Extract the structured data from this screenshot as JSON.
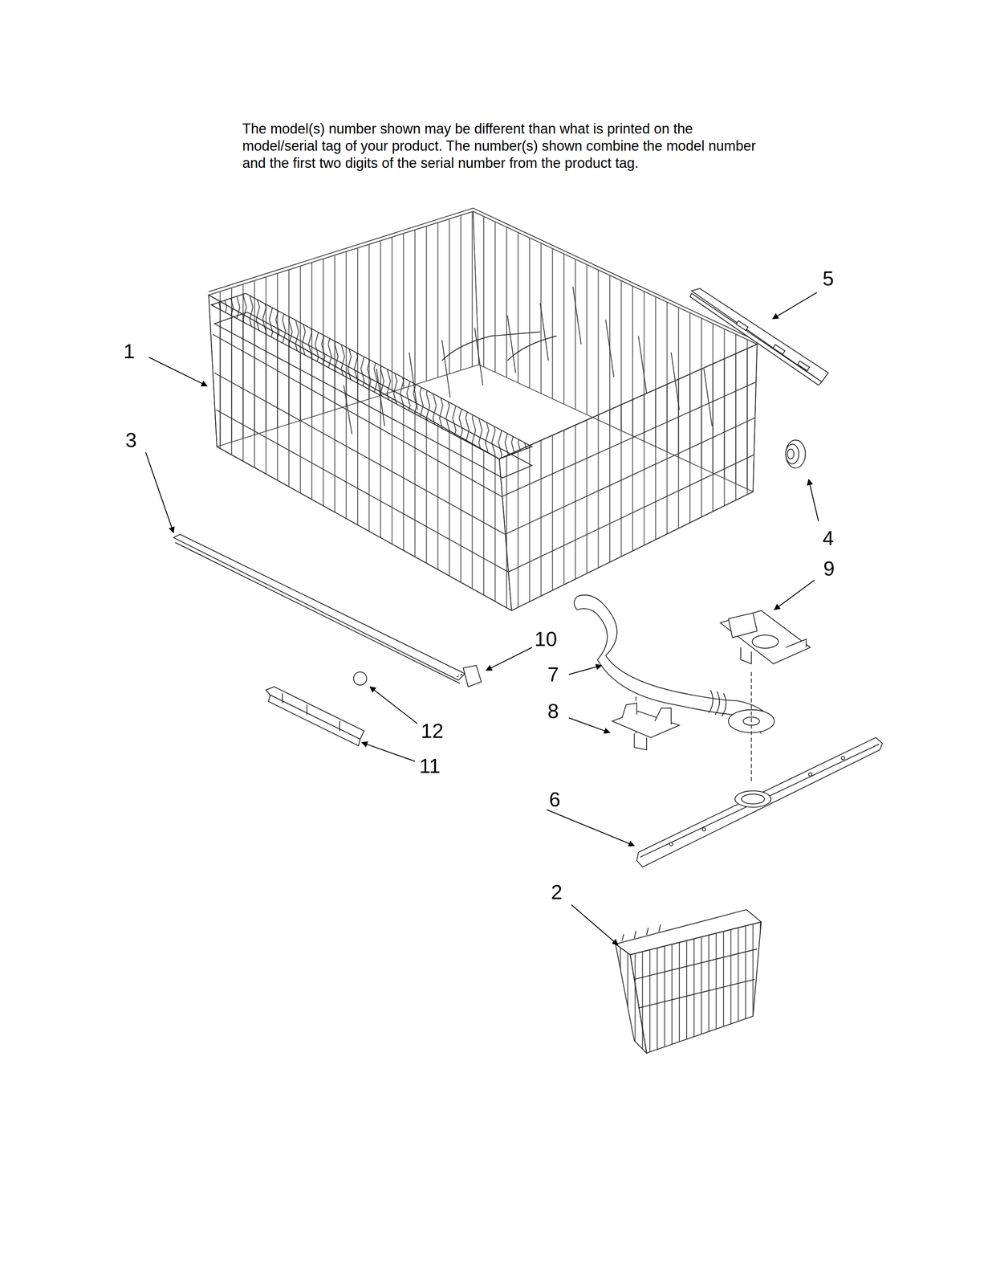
{
  "diagram": {
    "labels": [
      "The model(s) number shown may be different than what is printed on the model/serial tag of your product. The number(s) shown combine the model number and the first two digits of the serial number from the product tag.",
      "5",
      "1",
      "3",
      "4",
      "9",
      "10",
      "7",
      "8",
      "12",
      "11",
      "6",
      "2"
    ]
  }
}
